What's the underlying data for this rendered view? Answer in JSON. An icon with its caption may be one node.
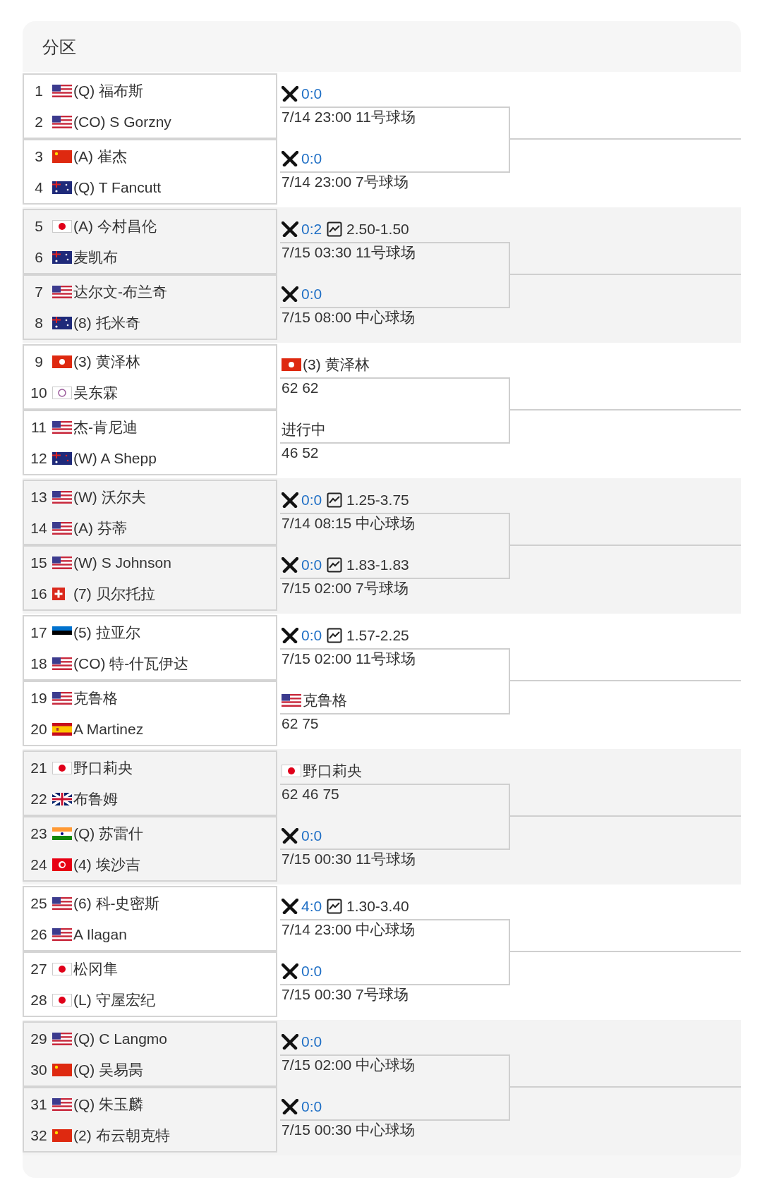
{
  "diagram": {
    "title": "分区",
    "nodes": [
      {
        "text": [
          "1",
          "(Q) 福布斯",
          "2",
          "(CO) S Gorzny"
        ],
        "beside": [
          "0:0",
          "7/14 23:00 11号球场"
        ]
      },
      {
        "text": [
          "3",
          "(A) 崔杰",
          "4",
          "(Q) T Fancutt"
        ],
        "beside": [
          "0:0",
          "7/14 23:00 7号球场"
        ]
      },
      {
        "text": [
          "5",
          "(A) 今村昌伦",
          "6",
          "麦凯布"
        ],
        "beside": [
          "0:2",
          "2.50-1.50",
          "7/15 03:30 11号球场"
        ]
      },
      {
        "text": [
          "7",
          "达尔文-布兰奇",
          "8",
          "(8) 托米奇"
        ],
        "beside": [
          "0:0",
          "7/15 08:00 中心球场"
        ]
      },
      {
        "text": [
          "9",
          "(3) 黄泽林",
          "10",
          "吴东霖"
        ],
        "beside": [
          "(3) 黄泽林",
          "62 62"
        ]
      },
      {
        "text": [
          "11",
          "杰-肯尼迪",
          "12",
          "(W) A Shepp"
        ],
        "beside": [
          "进行中",
          "46 52"
        ]
      },
      {
        "text": [
          "13",
          "(W) 沃尔夫",
          "14",
          "(A) 芬蒂"
        ],
        "beside": [
          "0:0",
          "1.25-3.75",
          "7/14 08:15 中心球场"
        ]
      },
      {
        "text": [
          "15",
          "(W) S Johnson",
          "16",
          "(7) 贝尔托拉"
        ],
        "beside": [
          "0:0",
          "1.83-1.83",
          "7/15 02:00 7号球场"
        ]
      },
      {
        "text": [
          "17",
          "(5) 拉亚尔",
          "18",
          "(CO) 特-什瓦伊达"
        ],
        "beside": [
          "0:0",
          "1.57-2.25",
          "7/15 02:00 11号球场"
        ]
      },
      {
        "text": [
          "19",
          "克鲁格",
          "20",
          "A Martinez"
        ],
        "beside": [
          "克鲁格",
          "62 75"
        ]
      },
      {
        "text": [
          "21",
          "野口莉央",
          "22",
          "布鲁姆"
        ],
        "beside": [
          "野口莉央",
          "62 46 75"
        ]
      },
      {
        "text": [
          "23",
          "(Q) 苏雷什",
          "24",
          "(4) 埃沙吉"
        ],
        "beside": [
          "0:0",
          "7/15 00:30 11号球场"
        ]
      },
      {
        "text": [
          "25",
          "(6) 科-史密斯",
          "26",
          "A Ilagan"
        ],
        "beside": [
          "4:0",
          "1.30-3.40",
          "7/14 23:00 中心球场"
        ]
      },
      {
        "text": [
          "27",
          "松冈隼",
          "28",
          "(L) 守屋宏纪"
        ],
        "beside": [
          "0:0",
          "7/15 00:30 7号球场"
        ]
      },
      {
        "text": [
          "29",
          "(Q) C Langmo",
          "30",
          "(Q) 吴易昺"
        ],
        "beside": [
          "0:0",
          "7/15 02:00 中心球场"
        ]
      },
      {
        "text": [
          "31",
          "(Q) 朱玉麟",
          "32",
          "(2) 布云朝克特"
        ],
        "beside": [
          "0:0",
          "7/15 00:30 中心球场"
        ]
      }
    ]
  }
}
